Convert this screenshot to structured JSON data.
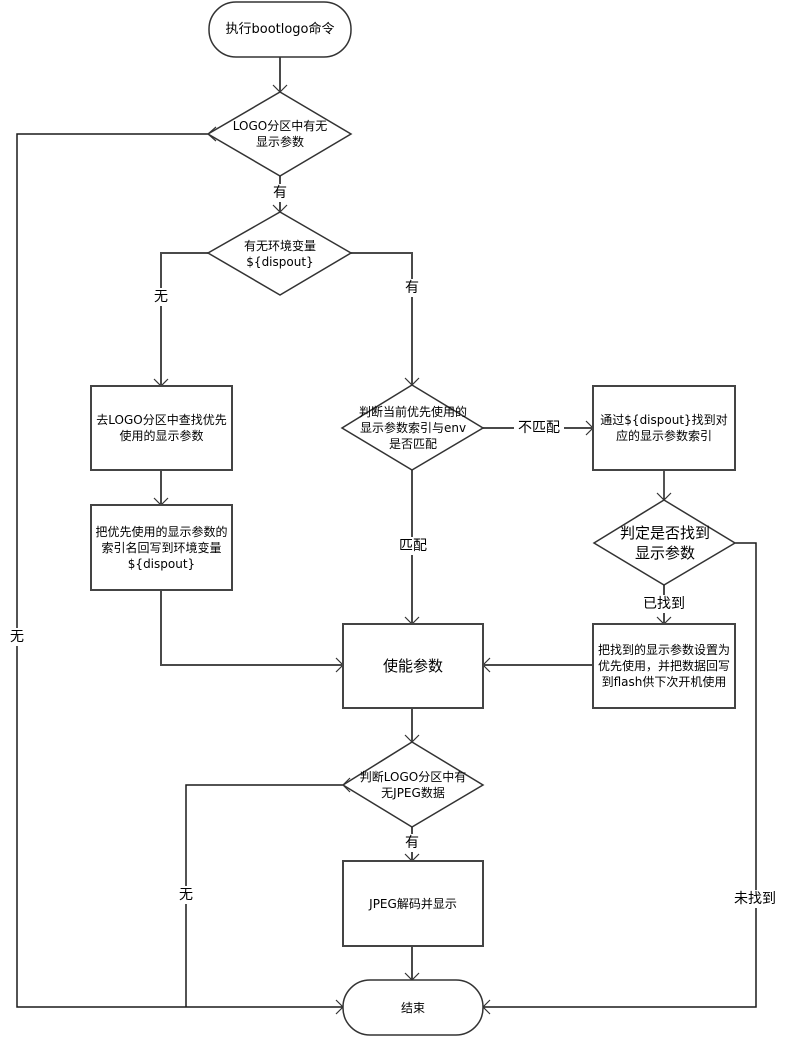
{
  "diagram": {
    "type": "flowchart",
    "nodes": {
      "start": {
        "shape": "terminator",
        "text": "执行bootlogo命令"
      },
      "d_logo_params": {
        "shape": "decision",
        "text": "LOGO分区中有无显示参数"
      },
      "d_env_var": {
        "shape": "decision",
        "text": "有无环境变量 ${dispout}"
      },
      "p_find_preferred": {
        "shape": "process",
        "text": "去LOGO分区中查找优先使用的显示参数"
      },
      "p_write_env": {
        "shape": "process",
        "text": "把优先使用的显示参数的索引名回写到环境变量 ${dispout}"
      },
      "d_match": {
        "shape": "decision",
        "text": "判断当前优先使用的显示参数索引与env是否匹配"
      },
      "p_find_index": {
        "shape": "process",
        "text": "通过${dispout}找到对应的显示参数索引"
      },
      "d_found": {
        "shape": "decision",
        "text": "判定是否找到显示参数"
      },
      "p_set_preferred": {
        "shape": "process",
        "text": "把找到的显示参数设置为优先使用，并把数据回写到flash供下次开机使用"
      },
      "p_enable": {
        "shape": "process",
        "text": "使能参数"
      },
      "d_jpeg": {
        "shape": "decision",
        "text": "判断LOGO分区中有无JPEG数据"
      },
      "p_decode": {
        "shape": "process",
        "text": "JPEG解码并显示"
      },
      "end": {
        "shape": "terminator",
        "text": "结束"
      }
    },
    "edge_labels": {
      "logo_yes": "有",
      "logo_no": "无",
      "env_no": "无",
      "env_yes": "有",
      "match_no": "不匹配",
      "match_yes": "匹配",
      "found_yes": "已找到",
      "found_no": "未找到",
      "jpeg_yes": "有",
      "jpeg_no": "无"
    },
    "edges": [
      {
        "from": "start",
        "to": "d_logo_params",
        "label": ""
      },
      {
        "from": "d_logo_params",
        "to": "d_env_var",
        "label": "有"
      },
      {
        "from": "d_logo_params",
        "to": "end",
        "label": "无"
      },
      {
        "from": "d_env_var",
        "to": "p_find_preferred",
        "label": "无"
      },
      {
        "from": "d_env_var",
        "to": "d_match",
        "label": "有"
      },
      {
        "from": "p_find_preferred",
        "to": "p_write_env",
        "label": ""
      },
      {
        "from": "p_write_env",
        "to": "p_enable",
        "label": ""
      },
      {
        "from": "d_match",
        "to": "p_find_index",
        "label": "不匹配"
      },
      {
        "from": "d_match",
        "to": "p_enable",
        "label": "匹配"
      },
      {
        "from": "p_find_index",
        "to": "d_found",
        "label": ""
      },
      {
        "from": "d_found",
        "to": "p_set_preferred",
        "label": "已找到"
      },
      {
        "from": "d_found",
        "to": "end",
        "label": "未找到"
      },
      {
        "from": "p_set_preferred",
        "to": "p_enable",
        "label": ""
      },
      {
        "from": "p_enable",
        "to": "d_jpeg",
        "label": ""
      },
      {
        "from": "d_jpeg",
        "to": "p_decode",
        "label": "有"
      },
      {
        "from": "d_jpeg",
        "to": "end",
        "label": "无"
      },
      {
        "from": "p_decode",
        "to": "end",
        "label": ""
      }
    ]
  }
}
